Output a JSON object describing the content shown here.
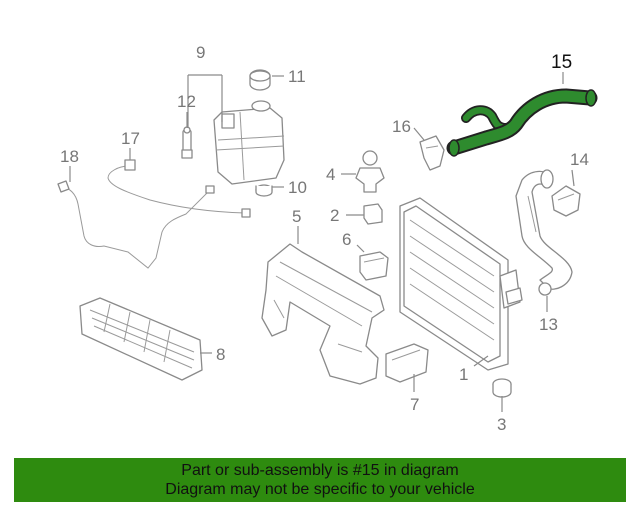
{
  "diagram": {
    "callouts": {
      "c1": "1",
      "c2": "2",
      "c3": "3",
      "c4": "4",
      "c5": "5",
      "c6": "6",
      "c7": "7",
      "c8": "8",
      "c9": "9",
      "c10": "10",
      "c11": "11",
      "c12": "12",
      "c13": "13",
      "c14": "14",
      "c15": "15",
      "c16": "16",
      "c17": "17",
      "c18": "18"
    },
    "highlighted_part": "15",
    "highlight_color": "#2e8b2e"
  },
  "banner": {
    "line1": "Part or sub-assembly is #15 in diagram",
    "line2": "Diagram may not be specific to your vehicle",
    "background": "#2e8b0f"
  }
}
